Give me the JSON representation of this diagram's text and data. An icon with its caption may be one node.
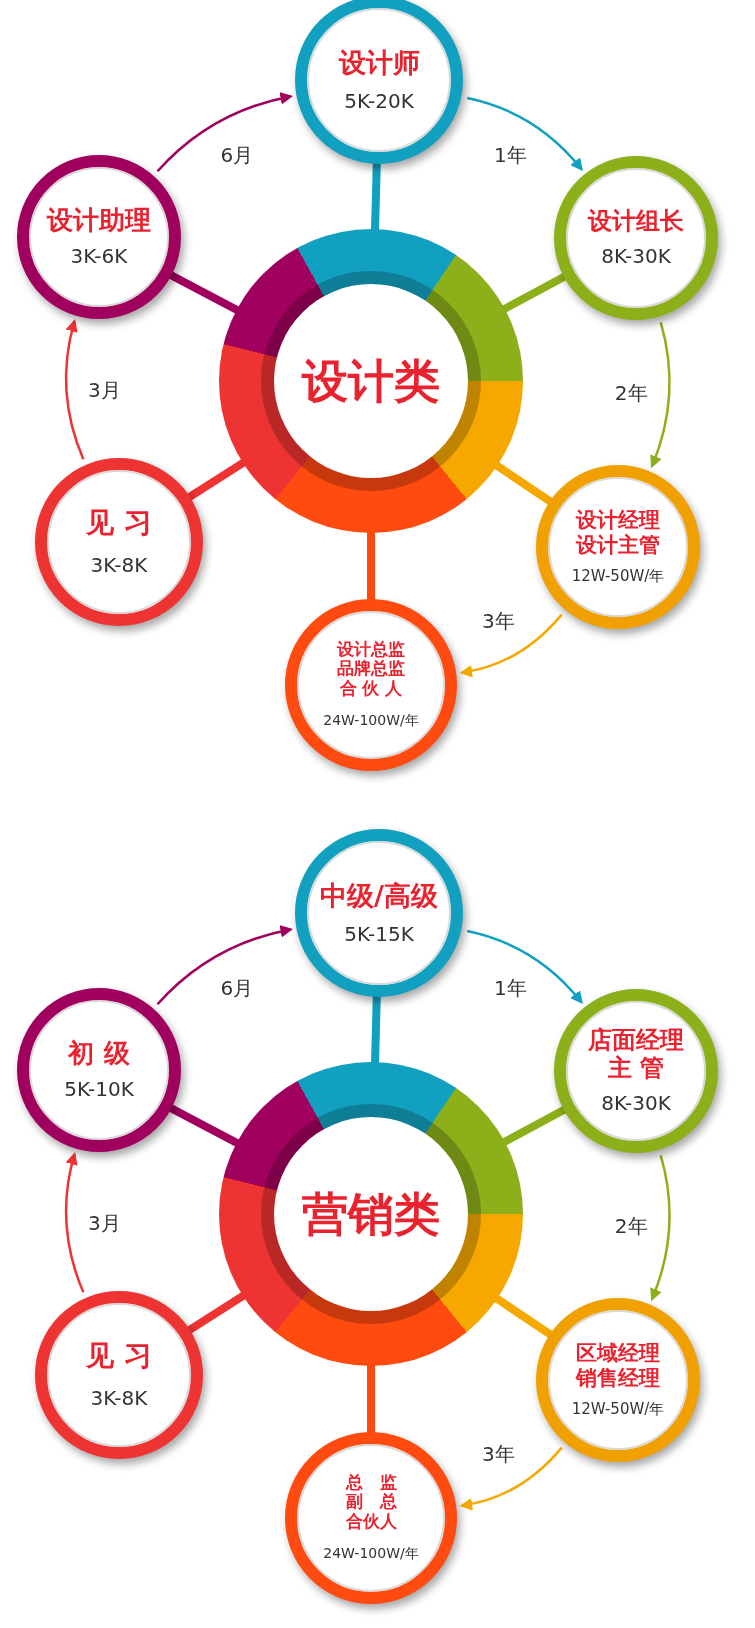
{
  "diagram": {
    "nodes": [
      {
        "text": [
          "设计类"
        ]
      },
      {
        "text": [
          "设计师",
          "5K-20K"
        ]
      },
      {
        "text": [
          "设计组长",
          "8K-30K"
        ]
      },
      {
        "text": [
          "设计经理",
          "设计主管",
          "12W-50W/年"
        ]
      },
      {
        "text": [
          "设计总监",
          "品牌总监",
          "合 伙 人",
          "24W-100W/年"
        ]
      },
      {
        "text": [
          "见 习",
          "3K-8K"
        ]
      },
      {
        "text": [
          "设计助理",
          "3K-6K"
        ]
      },
      {
        "text": [
          "营销类"
        ]
      },
      {
        "text": [
          "中级/高级",
          "5K-15K"
        ]
      },
      {
        "text": [
          "店面经理",
          "主 管",
          "8K-30K"
        ]
      },
      {
        "text": [
          "区域经理",
          "销售经理",
          "12W-50W/年"
        ]
      },
      {
        "text": [
          "总　监",
          "副　总",
          "合伙人",
          "24W-100W/年"
        ]
      },
      {
        "text": [
          "见 习",
          "3K-8K"
        ]
      },
      {
        "text": [
          "初 级",
          "5K-10K"
        ]
      }
    ],
    "edges": [
      {
        "from": 0,
        "to": 1,
        "arrow": "none",
        "color": "#12a0c0"
      },
      {
        "from": 0,
        "to": 2,
        "arrow": "none",
        "color": "#8db01a"
      },
      {
        "from": 0,
        "to": 3,
        "arrow": "none",
        "color": "#f7a800"
      },
      {
        "from": 0,
        "to": 4,
        "arrow": "none",
        "color": "#ff4a10"
      },
      {
        "from": 0,
        "to": 5,
        "arrow": "none",
        "color": "#ee3333"
      },
      {
        "from": 0,
        "to": 6,
        "arrow": "none",
        "color": "#a0005e"
      },
      {
        "from": 5,
        "to": 6,
        "arrow": "to",
        "label": "3月",
        "color": "#ee3333"
      },
      {
        "from": 6,
        "to": 1,
        "arrow": "to",
        "label": "6月",
        "color": "#a0005e"
      },
      {
        "from": 1,
        "to": 2,
        "arrow": "to",
        "label": "1年",
        "color": "#12a0c0"
      },
      {
        "from": 2,
        "to": 3,
        "arrow": "to",
        "label": "2年",
        "color": "#8db01a"
      },
      {
        "from": 3,
        "to": 4,
        "arrow": "to",
        "label": "3年",
        "color": "#f7a800"
      },
      {
        "from": 7,
        "to": 8,
        "arrow": "none",
        "color": "#12a0c0"
      },
      {
        "from": 7,
        "to": 9,
        "arrow": "none",
        "color": "#8db01a"
      },
      {
        "from": 7,
        "to": 10,
        "arrow": "none",
        "color": "#f7a800"
      },
      {
        "from": 7,
        "to": 11,
        "arrow": "none",
        "color": "#ff4a10"
      },
      {
        "from": 7,
        "to": 12,
        "arrow": "none",
        "color": "#ee3333"
      },
      {
        "from": 7,
        "to": 13,
        "arrow": "none",
        "color": "#a0005e"
      },
      {
        "from": 12,
        "to": 13,
        "arrow": "to",
        "label": "3月",
        "color": "#ee3333"
      },
      {
        "from": 13,
        "to": 8,
        "arrow": "to",
        "label": "6月",
        "color": "#a0005e"
      },
      {
        "from": 8,
        "to": 9,
        "arrow": "to",
        "label": "1年",
        "color": "#12a0c0"
      },
      {
        "from": 9,
        "to": 10,
        "arrow": "to",
        "label": "2年",
        "color": "#8db01a"
      },
      {
        "from": 10,
        "to": 11,
        "arrow": "to",
        "label": "3年",
        "color": "#f7a800"
      }
    ]
  }
}
